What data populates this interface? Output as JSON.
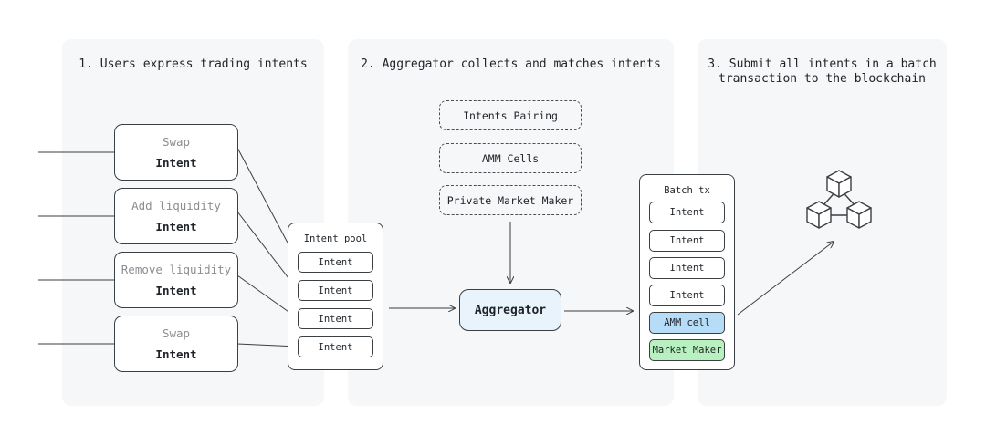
{
  "panels": {
    "p1_title": "1. Users express trading intents",
    "p2_title": "2. Aggregator collects and matches intents",
    "p3_title_line1": "3. Submit all intents in a batch",
    "p3_title_line2": "transaction to the blockchain"
  },
  "user_intents": [
    {
      "kind": "Swap",
      "label": "Intent"
    },
    {
      "kind": "Add liquidity",
      "label": "Intent"
    },
    {
      "kind": "Remove liquidity",
      "label": "Intent"
    },
    {
      "kind": "Swap",
      "label": "Intent"
    }
  ],
  "intent_pool": {
    "title": "Intent pool",
    "items": [
      "Intent",
      "Intent",
      "Intent",
      "Intent"
    ]
  },
  "sources": [
    "Intents Pairing",
    "AMM Cells",
    "Private Market Maker"
  ],
  "aggregator": {
    "label": "Aggregator"
  },
  "batch_tx": {
    "title": "Batch tx",
    "items": [
      "Intent",
      "Intent",
      "Intent",
      "Intent"
    ],
    "amm_cell": "AMM cell",
    "market_maker": "Market Maker"
  },
  "colors": {
    "panel_bg": "#f5f7f9",
    "aggregator_bg": "#e8f3fb",
    "amm_cell_bg": "#b7dcf8",
    "market_maker_bg": "#b9f0bf"
  },
  "icons": {
    "blockchain": "blockchain-cubes-icon"
  }
}
